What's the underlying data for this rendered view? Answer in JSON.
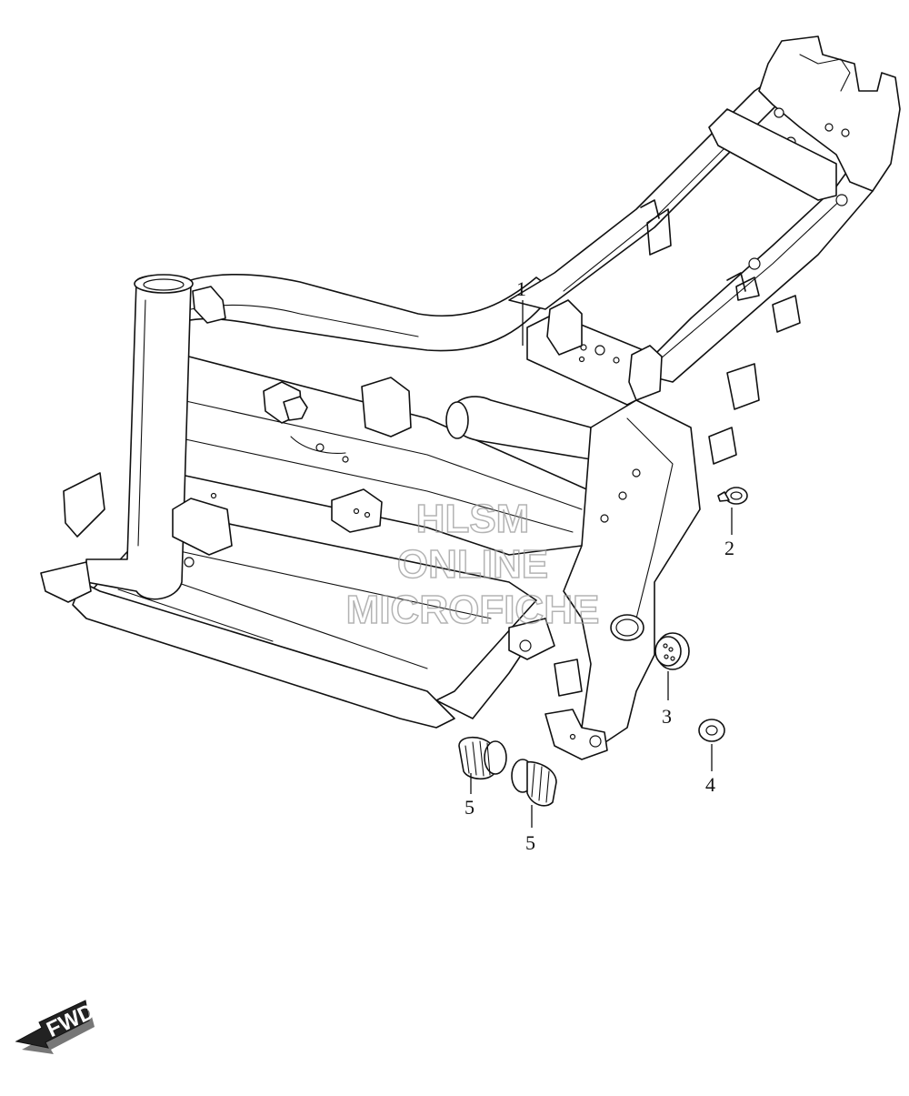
{
  "watermark": {
    "line1": "HLSM",
    "line2": "ONLINE",
    "line3": "MICROFICHE"
  },
  "callouts": [
    {
      "id": "1",
      "label": "1"
    },
    {
      "id": "2",
      "label": "2"
    },
    {
      "id": "3",
      "label": "3"
    },
    {
      "id": "4",
      "label": "4"
    },
    {
      "id": "5a",
      "label": "5"
    },
    {
      "id": "5b",
      "label": "5"
    }
  ],
  "direction_badge": {
    "label": "FWD",
    "icon": "fwd-arrow-icon"
  },
  "colors": {
    "line": "#111111",
    "background": "#ffffff",
    "watermark": "#9a9a9a"
  }
}
